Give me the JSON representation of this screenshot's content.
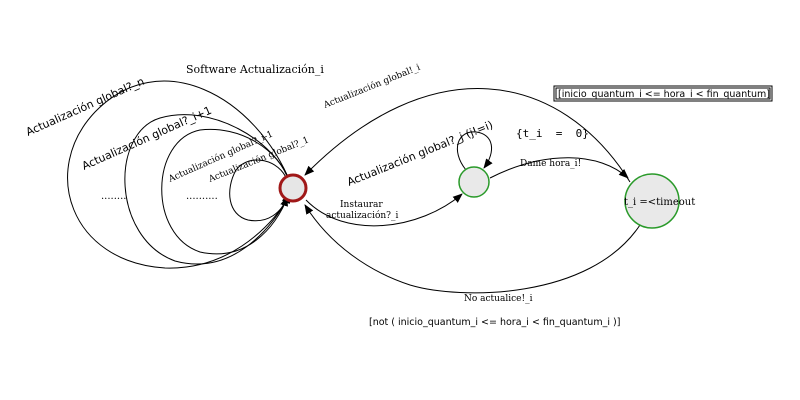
{
  "colors": {
    "initial_state_stroke": "#a01818",
    "initial_state_fill": "#e6e6e6",
    "state_stroke": "#2a9a2a",
    "state_fill": "#e9e9e9",
    "edge": "#000000",
    "text": "#000000"
  },
  "states": {
    "timeout_label": "t_i =<timeout"
  },
  "labels": {
    "software_update": "Software Actualización_i",
    "global_update_n": "Actualización global?_n",
    "global_update_i_plus_1": "Actualización global?_i+1",
    "global_update_i_minus_1": "Actualización global?_i-1",
    "global_update_1": "Actualización global?_1",
    "global_update_i_out": "Actualización global!_i",
    "global_update_j": "Actualización global?_j (j!=i)",
    "dots_left": "........",
    "dots_right": "..........",
    "reset_clock": "{t_i  =  0}",
    "dame_hora": "Dame hora_i!",
    "instaurar_line1": "Instaurar",
    "instaurar_line2": "actualización?_i",
    "no_actualice": "No actualice!_i"
  },
  "guards": {
    "in_quantum": "[inicio_quantum_i <= hora_i < fin_quantum]",
    "not_in_quantum": "[not ( inicio_quantum_i <= hora_i < fin_quantum_i )]"
  }
}
